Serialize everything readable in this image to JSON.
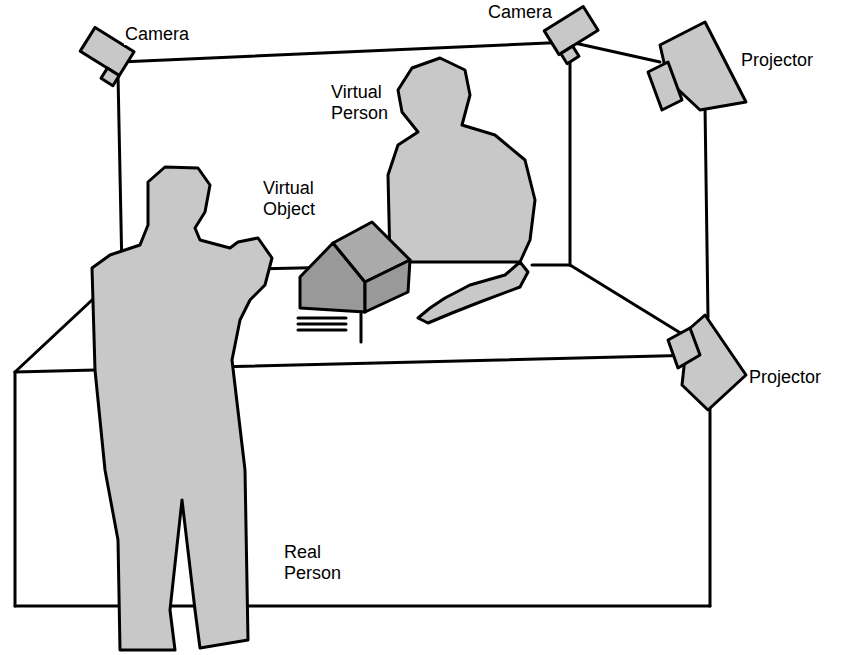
{
  "diagram": {
    "labels": [
      "Camera",
      "Camera",
      "Projector",
      "Virtual Person",
      "Virtual Object",
      "Projector",
      "Real Person"
    ]
  }
}
